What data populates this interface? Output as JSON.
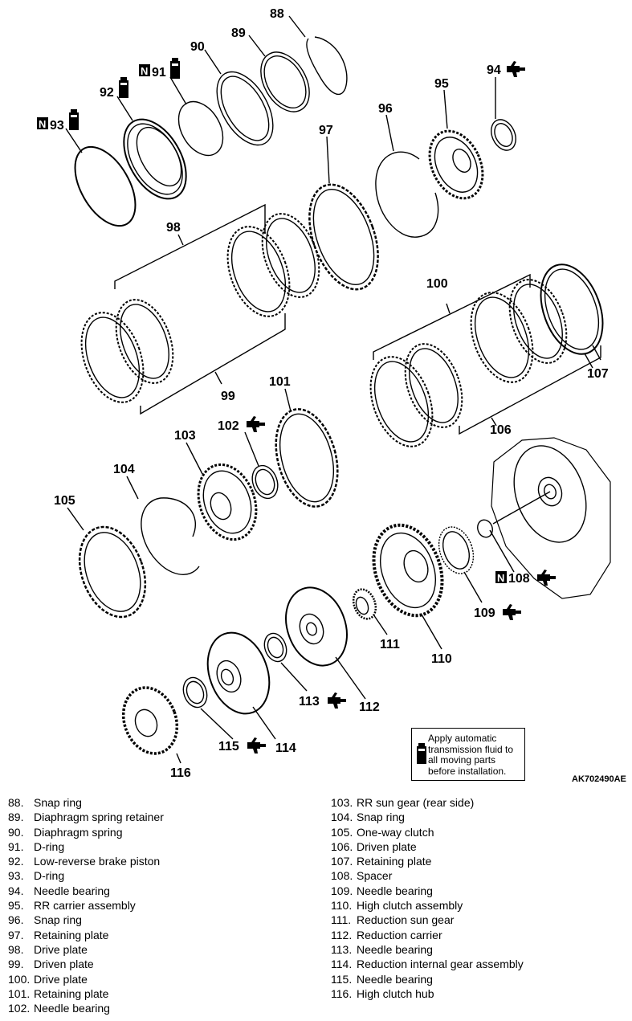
{
  "callouts": {
    "c88": "88",
    "c89": "89",
    "c90": "90",
    "c91": "91",
    "c92": "92",
    "c93": "93",
    "c94": "94",
    "c95": "95",
    "c96": "96",
    "c97": "97",
    "c98": "98",
    "c99": "99",
    "c100": "100",
    "c101": "101",
    "c102": "102",
    "c103": "103",
    "c104": "104",
    "c105": "105",
    "c106": "106",
    "c107": "107",
    "c108": "108",
    "c109": "109",
    "c110": "110",
    "c111": "111",
    "c112": "112",
    "c113": "113",
    "c114": "114",
    "c115": "115",
    "c116": "116"
  },
  "n_mark": "N",
  "legend": {
    "text": "Apply automatic transmission fluid to all moving parts before installation."
  },
  "figure_code": "AK702490AE",
  "parts_left": [
    {
      "num": "88.",
      "name": "Snap ring"
    },
    {
      "num": "89.",
      "name": "Diaphragm spring retainer"
    },
    {
      "num": "90.",
      "name": "Diaphragm spring"
    },
    {
      "num": "91.",
      "name": "D-ring"
    },
    {
      "num": "92.",
      "name": "Low-reverse brake piston"
    },
    {
      "num": "93.",
      "name": "D-ring"
    },
    {
      "num": "94.",
      "name": "Needle bearing"
    },
    {
      "num": "95.",
      "name": "RR carrier assembly"
    },
    {
      "num": "96.",
      "name": "Snap ring"
    },
    {
      "num": "97.",
      "name": "Retaining plate"
    },
    {
      "num": "98.",
      "name": "Drive plate"
    },
    {
      "num": "99.",
      "name": "Driven plate"
    },
    {
      "num": "100.",
      "name": "Drive plate"
    },
    {
      "num": "101.",
      "name": "Retaining plate"
    },
    {
      "num": "102.",
      "name": "Needle bearing"
    }
  ],
  "parts_right": [
    {
      "num": "103.",
      "name": "RR sun gear (rear side)"
    },
    {
      "num": "104.",
      "name": "Snap ring"
    },
    {
      "num": "105.",
      "name": "One-way clutch"
    },
    {
      "num": "106.",
      "name": "Driven plate"
    },
    {
      "num": "107.",
      "name": "Retaining plate"
    },
    {
      "num": "108.",
      "name": "Spacer"
    },
    {
      "num": "109.",
      "name": "Needle bearing"
    },
    {
      "num": "110.",
      "name": "High clutch assembly"
    },
    {
      "num": "111.",
      "name": "Reduction sun gear"
    },
    {
      "num": "112.",
      "name": "Reduction carrier"
    },
    {
      "num": "113.",
      "name": "Needle bearing"
    },
    {
      "num": "114.",
      "name": "Reduction internal gear assembly"
    },
    {
      "num": "115.",
      "name": "Needle bearing"
    },
    {
      "num": "116.",
      "name": "High clutch hub"
    }
  ]
}
